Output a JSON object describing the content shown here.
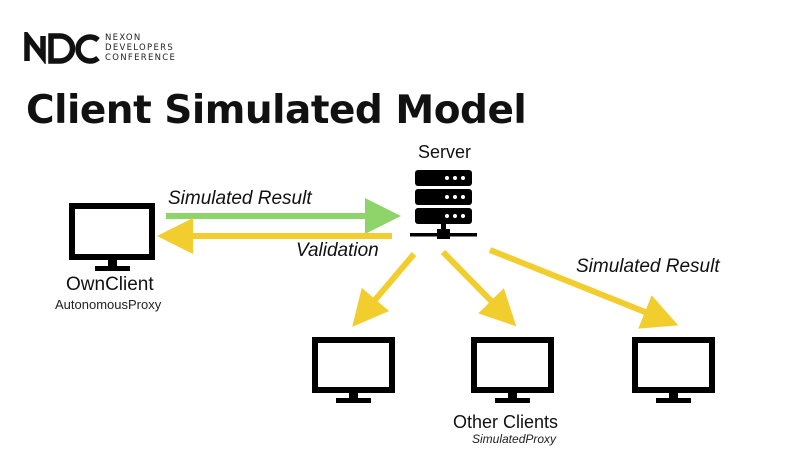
{
  "logo": {
    "lines": [
      "NEXON",
      "DEVELOPERS",
      "CONFERENCE"
    ],
    "mark_text": "NDC"
  },
  "title": "Client Simulated Model",
  "server": {
    "label": "Server"
  },
  "own_client": {
    "name": "OwnClient",
    "proxy": "AutonomousProxy"
  },
  "other_clients": {
    "name": "Other Clients",
    "proxy": "SimulatedProxy"
  },
  "arrows": {
    "client_to_server": "Simulated Result",
    "server_to_client": "Validation",
    "server_to_others": "Simulated Result"
  },
  "colors": {
    "green": "#8fd36b",
    "yellow": "#f2cd2e",
    "ink": "#000000"
  }
}
